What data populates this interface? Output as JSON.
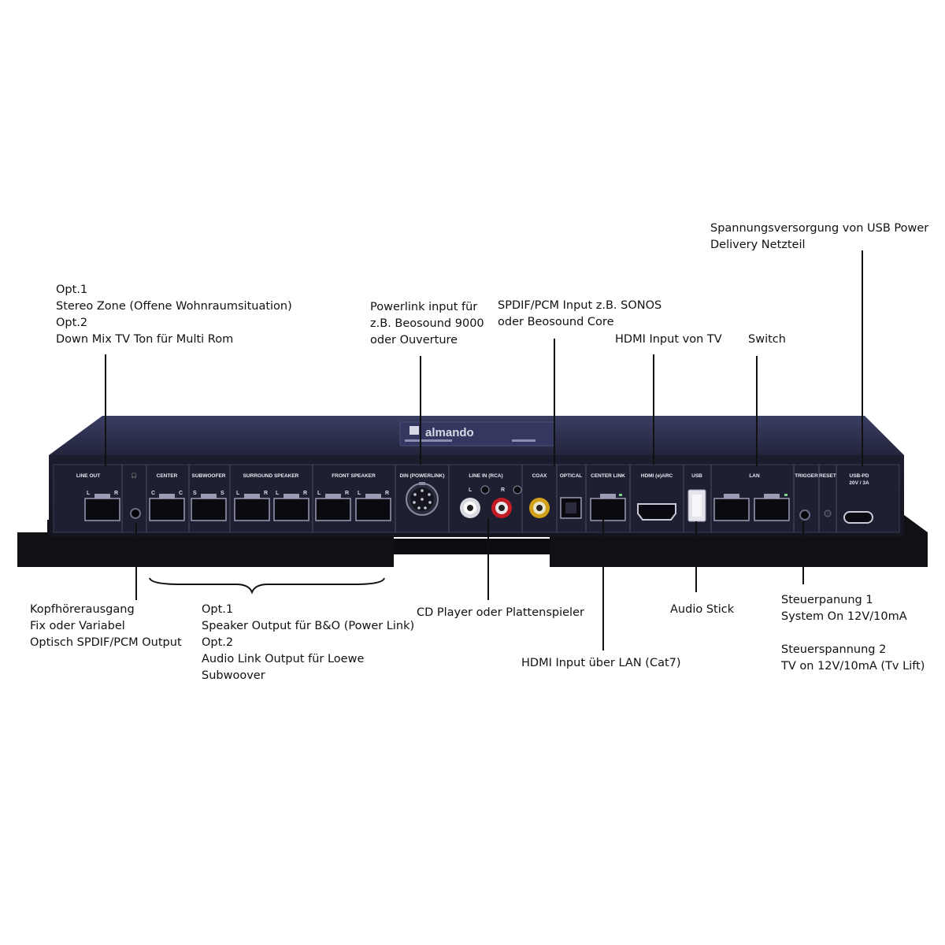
{
  "device": {
    "brand": "almando",
    "ports": {
      "line_out": "LINE OUT",
      "headphone": "🎧",
      "center": "CENTER",
      "subwoofer": "SUBWOOFER",
      "surround": "SURROUND SPEAKER",
      "front": "FRONT SPEAKER",
      "din": "DIN (POWERLINK)",
      "line_in": "LINE IN (RCA)",
      "coax": "COAX",
      "optical": "OPTICAL",
      "center_link": "CENTER LINK",
      "hdmi": "HDMI (e)ARC",
      "usb": "USB",
      "lan": "LAN",
      "trigger": "TRIGGER",
      "reset": "RESET",
      "usb_pd": "USB-PD",
      "usb_pd_spec": "20V / 3A"
    }
  },
  "callouts": {
    "usb_power": [
      "Spannungsversorgung von USB Power",
      "Delivery Netzteil"
    ],
    "line_out": [
      "Opt.1",
      "Stereo Zone (Offene Wohnraumsituation)",
      "Opt.2",
      "Down Mix TV Ton für Multi Rom"
    ],
    "powerlink": [
      "Powerlink input für",
      "z.B. Beosound 9000",
      "oder Ouverture"
    ],
    "spdif": [
      "SPDIF/PCM Input z.B. SONOS",
      "oder Beosound Core"
    ],
    "hdmi_tv": [
      "HDMI Input von TV"
    ],
    "switch": [
      "Switch"
    ],
    "headphone": [
      "Kopfhörerausgang",
      "Fix oder Variabel",
      "Optisch SPDIF/PCM Output"
    ],
    "speaker_out": [
      "Opt.1",
      "Speaker Output für B&O (Power Link)",
      "Opt.2",
      "Audio Link Output für Loewe",
      "Subwoover"
    ],
    "cd_player": [
      "CD Player oder Plattenspieler"
    ],
    "hdmi_lan": [
      "HDMI Input über LAN (Cat7)"
    ],
    "audio_stick": [
      "Audio Stick"
    ],
    "trigger": [
      "Steuerpanung 1",
      "System On 12V/10mA",
      "",
      "Steuerspannung 2",
      "TV on 12V/10mA (Tv Lift)"
    ]
  }
}
